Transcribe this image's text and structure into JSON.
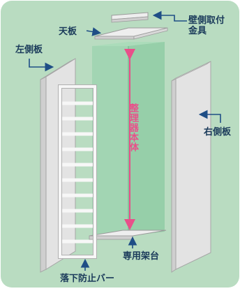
{
  "labels": {
    "top_board": "天板",
    "wall_bracket": "壁側取付\n金具",
    "left_side_board": "左側板",
    "right_side_board": "右側板",
    "organizer_body": "整理器本体",
    "dedicated_stand": "専用架台",
    "fall_prevention_bar": "落下防止バー"
  },
  "colors": {
    "background": "#b9dcc1",
    "panel": "#e3e3e3",
    "panel_edge": "#a6a6a6",
    "body": "#8fd0a8",
    "label_text": "#1a3a5a",
    "arrow": "#1f4e86",
    "body_arrow": "#e8508a"
  }
}
